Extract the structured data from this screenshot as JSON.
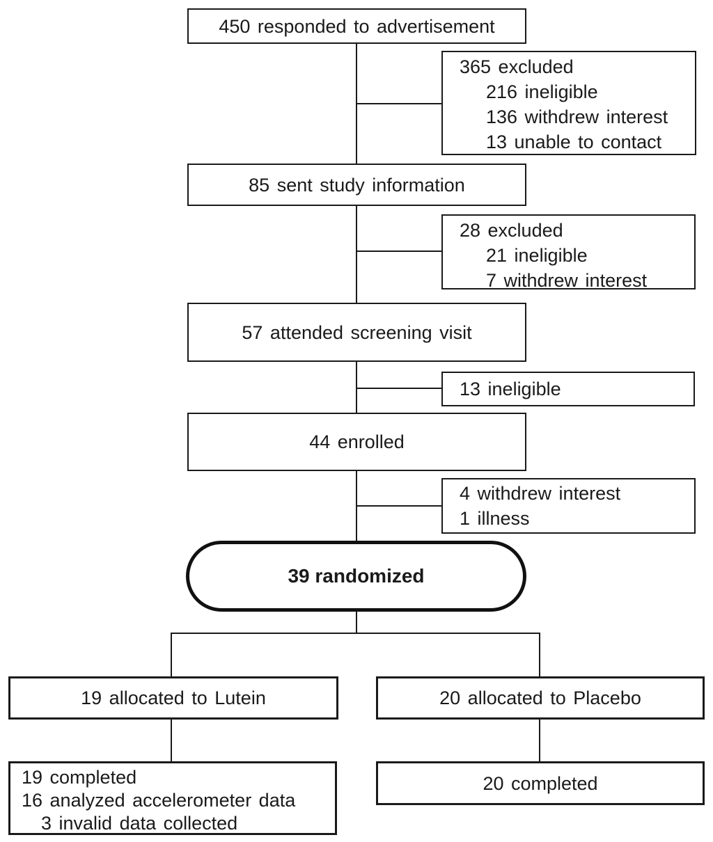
{
  "flowchart": {
    "kind": "participant-flow-diagram",
    "colors": {
      "line": "#1a1a1a",
      "background": "#ffffff",
      "text": "#1a1a1a"
    },
    "steps": [
      {
        "label": "450 responded to advertisement"
      },
      {
        "label": "85 sent study information"
      },
      {
        "label": "57 attended screening visit"
      },
      {
        "label": "44 enrolled"
      }
    ],
    "exclusions": [
      {
        "lines": [
          "365 excluded",
          "216 ineligible",
          "136 withdrew interest",
          "13 unable to contact"
        ]
      },
      {
        "lines": [
          "28 excluded",
          "21 ineligible",
          "7 withdrew interest"
        ]
      },
      {
        "lines": [
          "13 ineligible"
        ]
      },
      {
        "lines": [
          "4 withdrew interest",
          "1 illness"
        ]
      }
    ],
    "randomized": {
      "label": "39 randomized"
    },
    "arms": {
      "lutein": {
        "allocation": "19 allocated to Lutein",
        "completion": [
          "19 completed",
          "16 analyzed accelerometer data",
          "3 invalid data collected"
        ]
      },
      "placebo": {
        "allocation": "20 allocated to Placebo",
        "completion": "20 completed"
      }
    }
  }
}
